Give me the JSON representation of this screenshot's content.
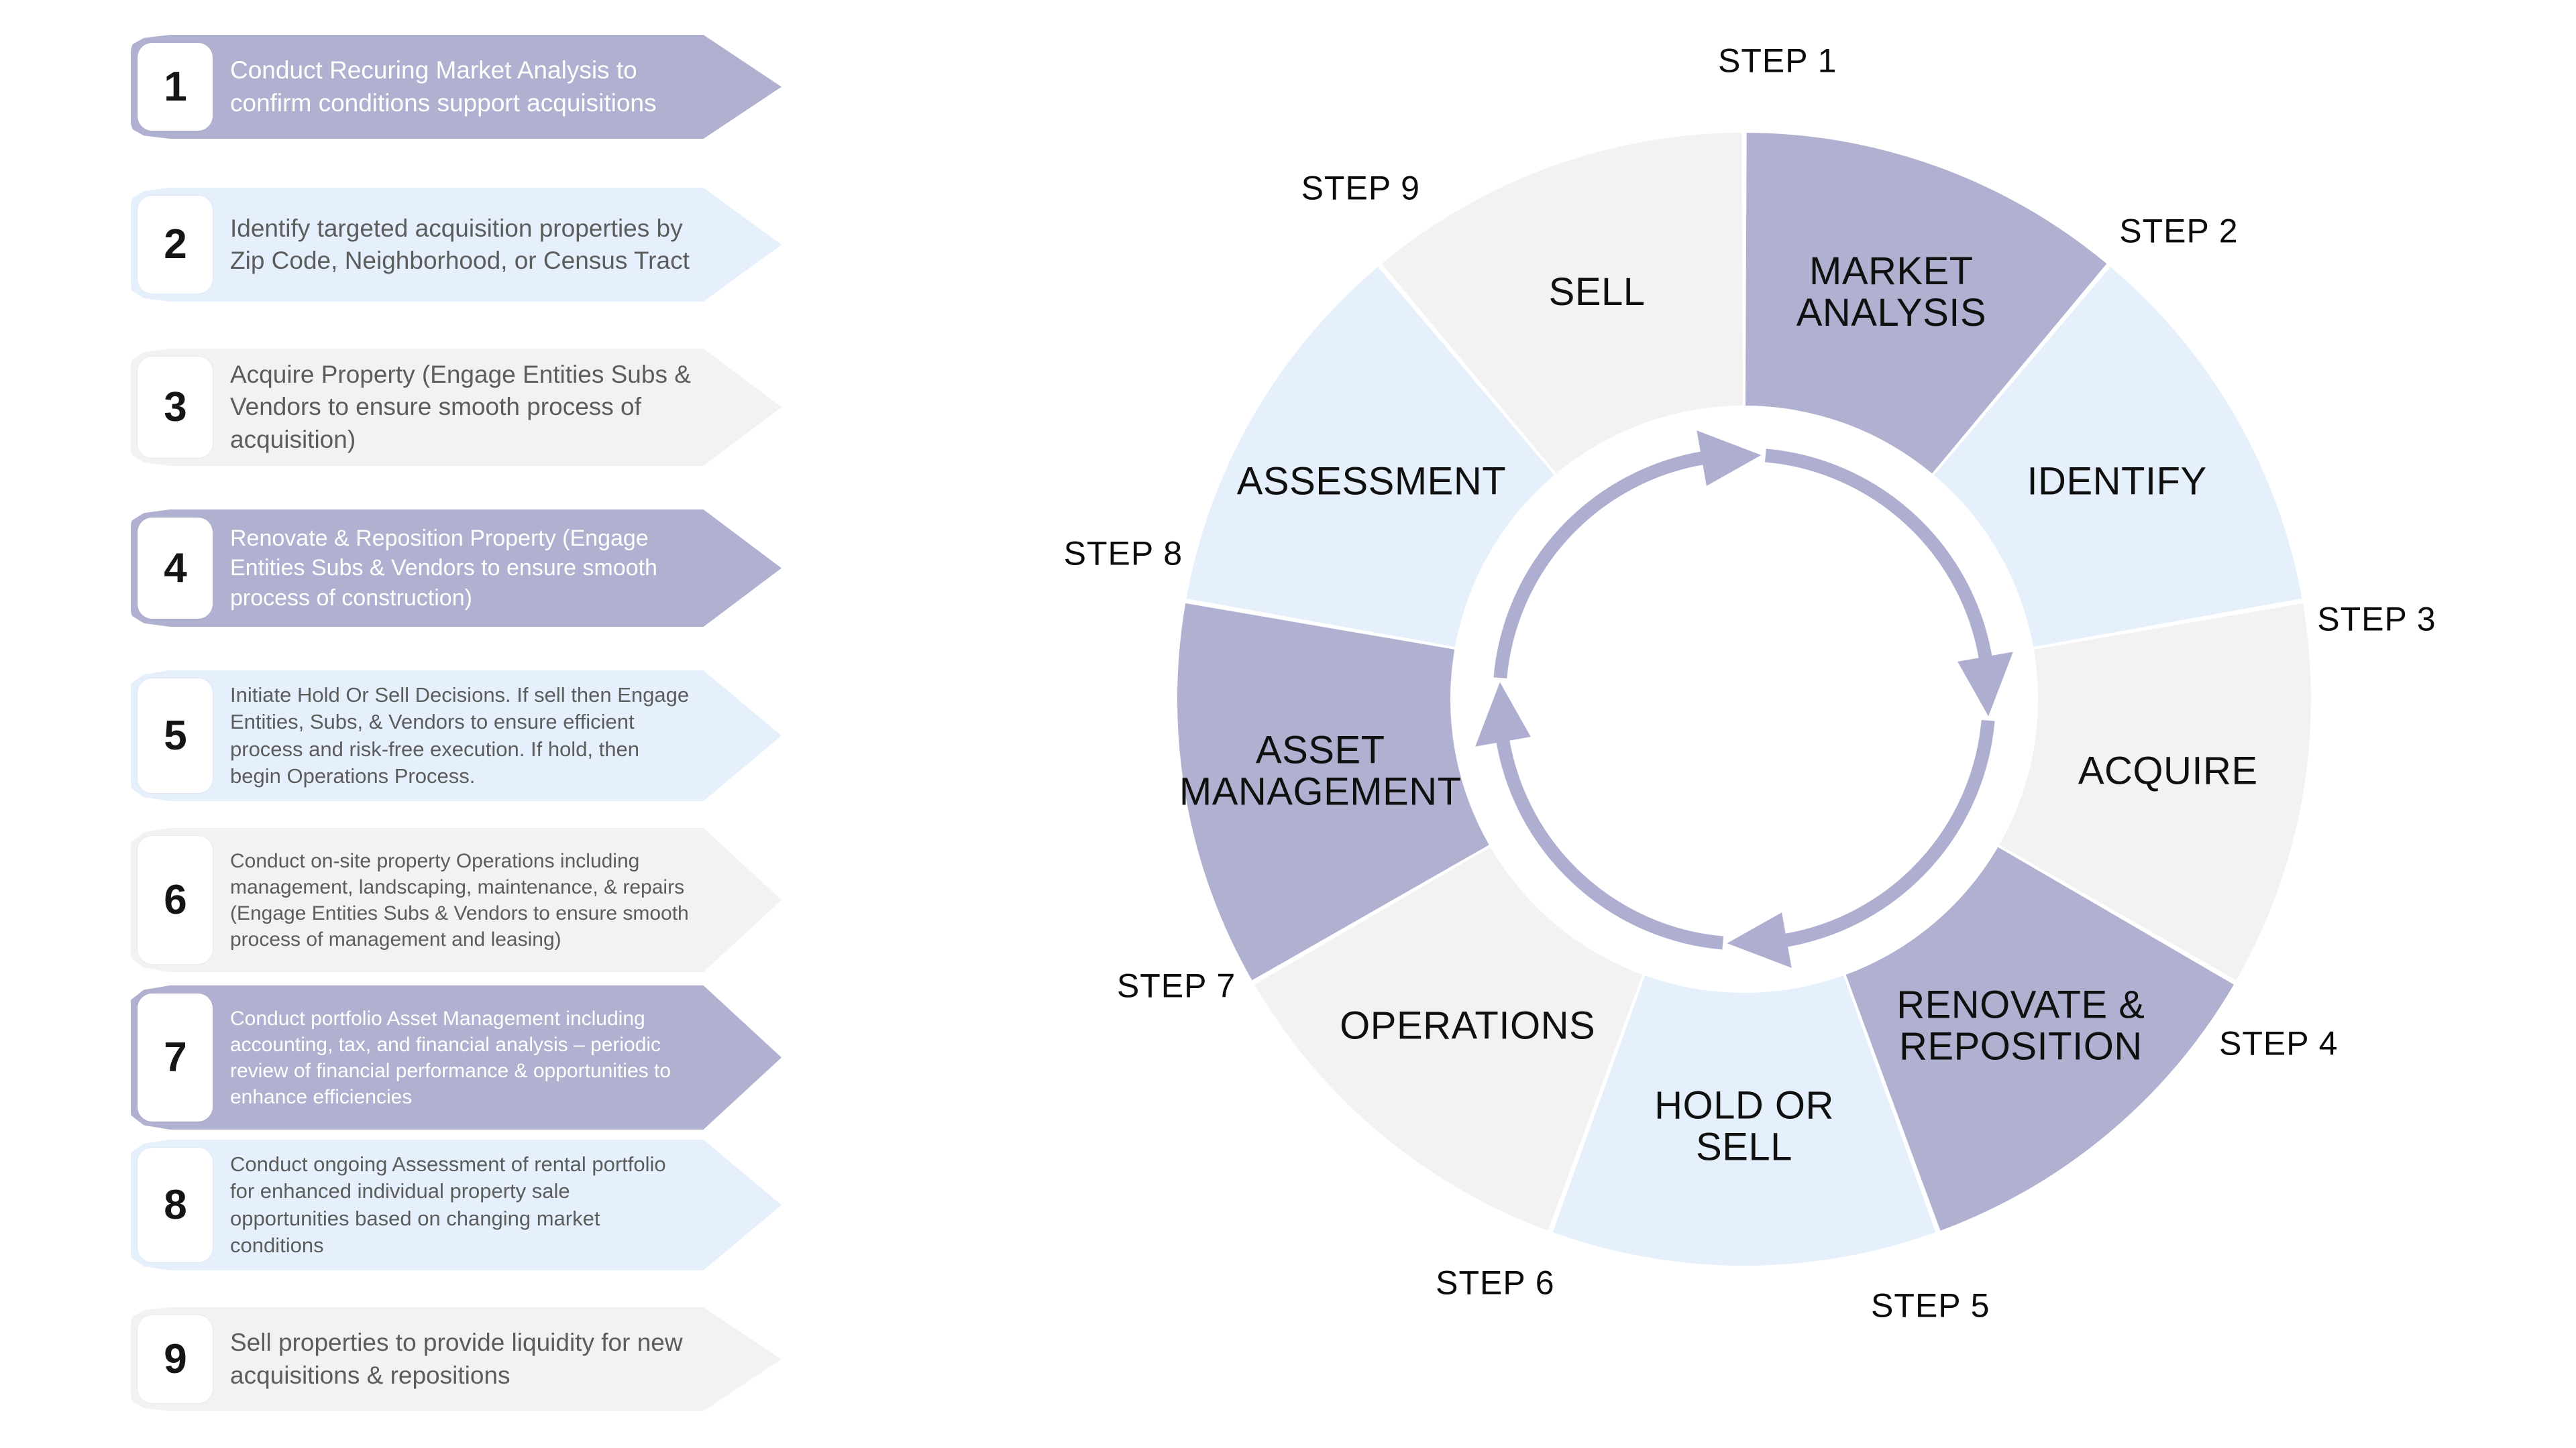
{
  "palette": {
    "purple": "#b0b0d0",
    "blue": "#e6f0fc",
    "gray": "#f2f2f2",
    "arrow": "#aeaed0",
    "text_dark": "#5c5c5c",
    "text_white": "#ffffff",
    "label_black": "#101010",
    "page_background": "#ffffff"
  },
  "steps": [
    {
      "number": "1",
      "variant": "purple",
      "text": "Conduct Recuring Market Analysis to confirm conditions support acquisitions",
      "font_size": 37
    },
    {
      "number": "2",
      "variant": "blue",
      "text": "Identify targeted acquisition properties by Zip Code, Neighborhood, or Census Tract",
      "font_size": 37
    },
    {
      "number": "3",
      "variant": "gray",
      "text": "Acquire Property (Engage Entities Subs & Vendors to ensure smooth process of acquisition)",
      "font_size": 37
    },
    {
      "number": "4",
      "variant": "purple",
      "text": "Renovate & Reposition Property (Engage Entities Subs & Vendors to ensure smooth process of construction)",
      "font_size": 34
    },
    {
      "number": "5",
      "variant": "blue",
      "text": "Initiate Hold Or Sell Decisions.  If sell then Engage Entities, Subs, & Vendors to ensure efficient process and risk-free execution. If hold, then begin Operations Process.",
      "font_size": 31
    },
    {
      "number": "6",
      "variant": "gray",
      "text": "Conduct on-site property Operations including management, landscaping, maintenance, & repairs (Engage Entities Subs & Vendors to ensure smooth process of management and leasing)",
      "font_size": 30
    },
    {
      "number": "7",
      "variant": "purple",
      "text": "Conduct portfolio Asset Management including accounting, tax, and financial analysis – periodic review of financial performance & opportunities to enhance efficiencies",
      "font_size": 30
    },
    {
      "number": "8",
      "variant": "blue",
      "text": "Conduct ongoing Assessment of rental portfolio for enhanced individual property sale opportunities based on changing market conditions",
      "font_size": 31
    },
    {
      "number": "9",
      "variant": "gray",
      "text": "Sell properties to provide liquidity for new acquisitions & repositions",
      "font_size": 37
    }
  ],
  "chart_data": {
    "type": "pie",
    "title": "",
    "subtype": "donut-cycle",
    "legend": "none",
    "center": [
      1350,
      1043
    ],
    "outer_radius": 845,
    "inner_radius": 438,
    "start_angle_deg": -90,
    "segments": [
      {
        "label": "MARKET ANALYSIS",
        "lines": [
          "MARKET",
          "ANALYSIS"
        ],
        "value": 1,
        "share_deg": 40,
        "color_key": "purple",
        "tick": "STEP 1"
      },
      {
        "label": "IDENTIFY",
        "lines": [
          "IDENTIFY"
        ],
        "value": 1,
        "share_deg": 40,
        "color_key": "blue",
        "tick": "STEP 2"
      },
      {
        "label": "ACQUIRE",
        "lines": [
          "ACQUIRE"
        ],
        "value": 1,
        "share_deg": 40,
        "color_key": "gray",
        "tick": "STEP 3"
      },
      {
        "label": "RENOVATE & REPOSITION",
        "lines": [
          "RENOVATE &",
          "REPOSITION"
        ],
        "value": 1,
        "share_deg": 40,
        "color_key": "purple",
        "tick": "STEP 4"
      },
      {
        "label": "HOLD OR SELL",
        "lines": [
          "HOLD OR",
          "SELL"
        ],
        "value": 1,
        "share_deg": 40,
        "color_key": "blue",
        "tick": "STEP 5"
      },
      {
        "label": "OPERATIONS",
        "lines": [
          "OPERATIONS"
        ],
        "value": 1,
        "share_deg": 40,
        "color_key": "gray",
        "tick": "STEP 6"
      },
      {
        "label": "ASSET MANAGEMENT",
        "lines": [
          "ASSET",
          "MANAGEMENT"
        ],
        "value": 1,
        "share_deg": 40,
        "color_key": "purple",
        "tick": "STEP 7"
      },
      {
        "label": "ASSESSMENT",
        "lines": [
          "ASSESSMENT"
        ],
        "value": 1,
        "share_deg": 40,
        "color_key": "blue",
        "tick": "STEP 8"
      },
      {
        "label": "SELL",
        "lines": [
          "SELL"
        ],
        "value": 1,
        "share_deg": 40,
        "color_key": "gray",
        "tick": "STEP 9"
      }
    ],
    "center_graphic": {
      "name": "circular-cycle-arrows",
      "direction": "clockwise",
      "arrow_count": 4,
      "color": "#aeaed0"
    }
  }
}
